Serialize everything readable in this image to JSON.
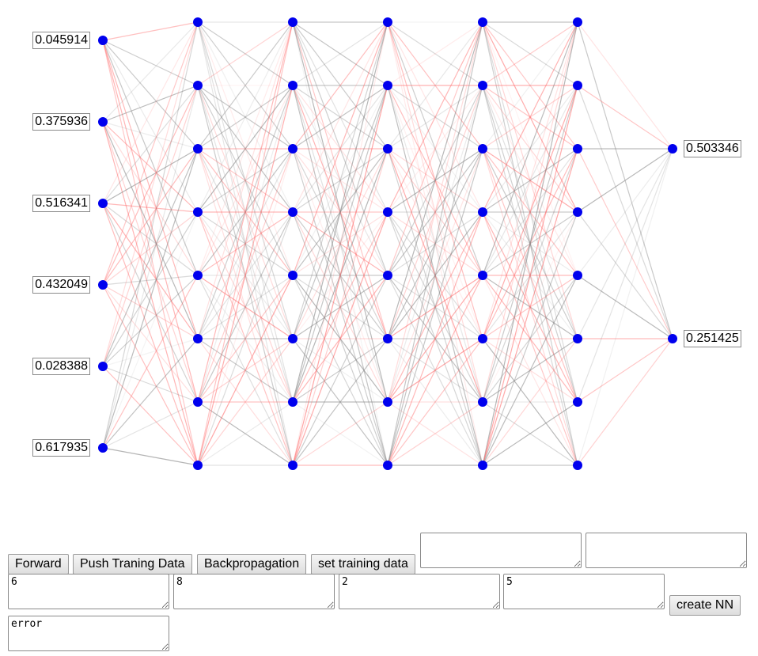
{
  "network": {
    "layers": [
      6,
      8,
      8,
      8,
      8,
      8,
      2
    ],
    "input_values": [
      "0.045914",
      "0.375936",
      "0.516341",
      "0.432049",
      "0.028388",
      "0.617935"
    ],
    "output_values": [
      "0.503346",
      "0.251425"
    ],
    "node_color": "#0000ee",
    "positive_weight_color": "#808080",
    "negative_weight_color": "#ff6666"
  },
  "controls": {
    "forward_label": "Forward",
    "push_training_label": "Push Traning Data",
    "backprop_label": "Backpropagation",
    "set_training_label": "set training data",
    "create_nn_label": "create NN",
    "training_input_value": "",
    "training_output_value": "",
    "inputs_count_value": "6",
    "hidden_size_value": "8",
    "outputs_count_value": "2",
    "hidden_layers_value": "5",
    "error_value": "error"
  }
}
